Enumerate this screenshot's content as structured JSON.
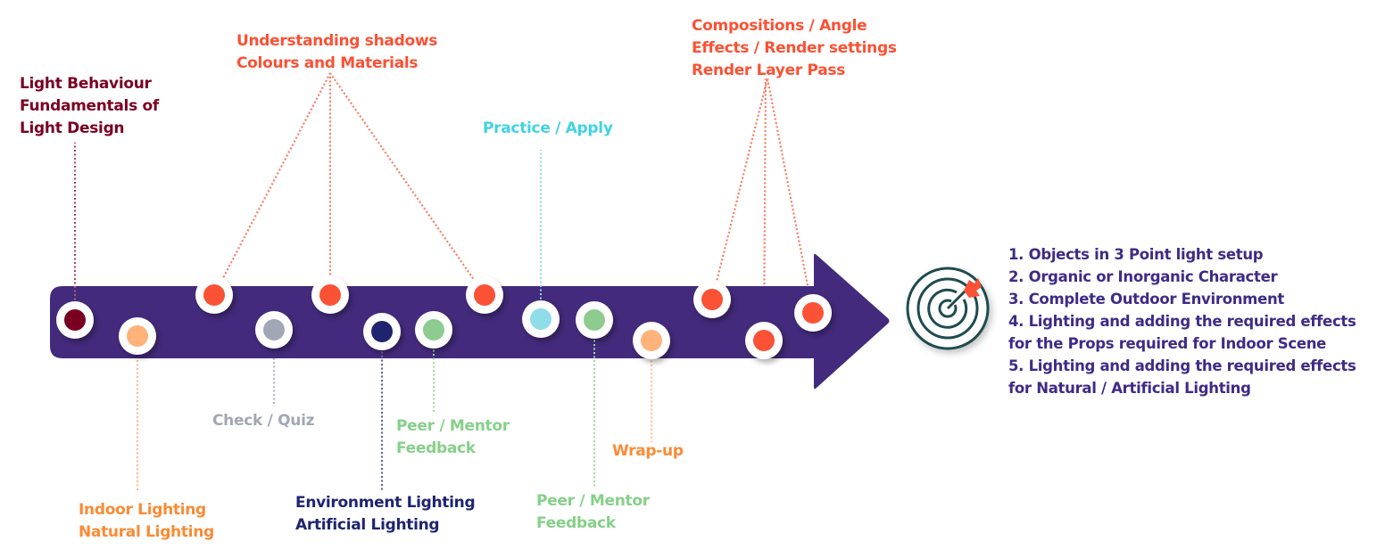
{
  "title": "Lighting course learning path",
  "colors": {
    "arrow": "#432a7c",
    "dark_red": "#7a0021",
    "red": "#fb5134",
    "peach": "#ffb27a",
    "orange_text": "#fb8a34",
    "gray": "#a2a7b5",
    "navy": "#1e2470",
    "green": "#8dcb8e",
    "green_text": "#86d089",
    "cyan": "#8fdde8",
    "cyan_text": "#40d3e4",
    "outcome_text": "#3f2b86",
    "target_ring": "#1f4b4f"
  },
  "nodes": [
    {
      "id": "light-behaviour",
      "color": "#7a0021"
    },
    {
      "id": "indoor-natural-lighting",
      "color": "#ffb27a"
    },
    {
      "id": "shadows-1",
      "color": "#fb5134"
    },
    {
      "id": "check-quiz",
      "color": "#a2a7b5"
    },
    {
      "id": "shadows-2",
      "color": "#fb5134"
    },
    {
      "id": "environment-artificial-lighting",
      "color": "#1e2470"
    },
    {
      "id": "peer-mentor-1",
      "color": "#8dcb8e"
    },
    {
      "id": "shadows-3",
      "color": "#fb5134"
    },
    {
      "id": "practice-apply",
      "color": "#8fdde8"
    },
    {
      "id": "peer-mentor-2",
      "color": "#8dcb8e"
    },
    {
      "id": "wrap-up",
      "color": "#ffb27a"
    },
    {
      "id": "compositions-1",
      "color": "#fb5134"
    },
    {
      "id": "compositions-2",
      "color": "#fb5134"
    },
    {
      "id": "compositions-3",
      "color": "#fb5134"
    }
  ],
  "labels": {
    "light_behaviour": {
      "lines": [
        "Light Behaviour",
        "Fundamentals of",
        "Light Design"
      ],
      "color": "#7a0021"
    },
    "shadows": {
      "lines": [
        "Understanding shadows",
        "Colours and Materials"
      ],
      "color": "#fb5134"
    },
    "practice": {
      "lines": [
        "Practice / Apply"
      ],
      "color": "#40d3e4"
    },
    "compositions": {
      "lines": [
        "Compositions / Angle",
        "Effects / Render settings",
        "Render Layer Pass"
      ],
      "color": "#fb5134"
    },
    "check_quiz": {
      "lines": [
        "Check / Quiz"
      ],
      "color": "#a2a7b5"
    },
    "peer_mentor_1": {
      "lines": [
        "Peer / Mentor",
        "Feedback"
      ],
      "color": "#86d089"
    },
    "wrap_up": {
      "lines": [
        "Wrap-up"
      ],
      "color": "#fb8a34"
    },
    "indoor": {
      "lines": [
        "Indoor Lighting",
        "Natural Lighting"
      ],
      "color": "#fb8a34"
    },
    "environment": {
      "lines": [
        "Environment Lighting",
        "Artificial Lighting"
      ],
      "color": "#1e2470"
    },
    "peer_mentor_2": {
      "lines": [
        "Peer / Mentor",
        "Feedback"
      ],
      "color": "#86d089"
    }
  },
  "target_icon": "target-with-arrow-icon",
  "outcomes": [
    "1. Objects in 3 Point light setup",
    "2. Organic or Inorganic Character",
    "3. Complete Outdoor Environment",
    "4. Lighting and adding the required effects",
    "for the Props required for Indoor Scene",
    "5. Lighting and adding the required effects",
    "for Natural / Artificial Lighting"
  ]
}
